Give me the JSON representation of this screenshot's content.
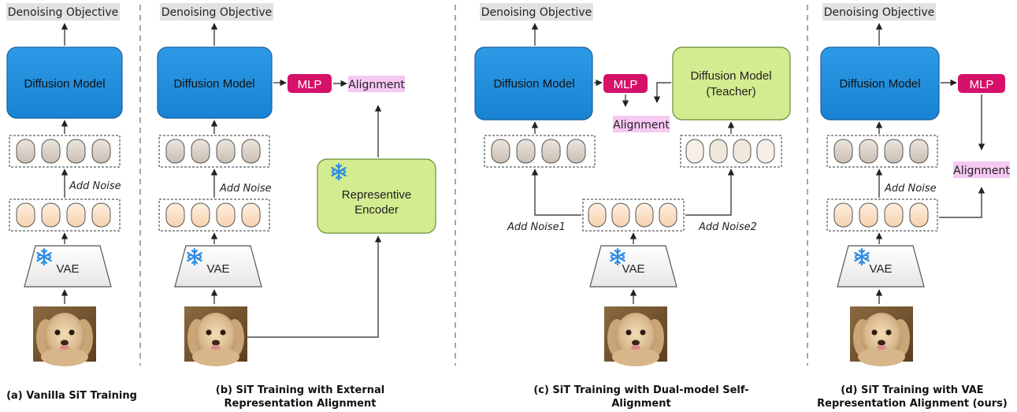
{
  "panel_a": {
    "objective": "Denoising Objective",
    "model": "Diffusion Model",
    "add_noise": "Add Noise",
    "vae": "VAE",
    "caption": "(a) Vanilla SiT Training"
  },
  "panel_b": {
    "objective": "Denoising Objective",
    "model": "Diffusion Model",
    "mlp": "MLP",
    "alignment": "Alignment",
    "add_noise": "Add Noise",
    "vae": "VAE",
    "encoder_line1": "Represent​ive",
    "encoder_line2": "Encoder",
    "caption_line1": "(b) SiT Training with External",
    "caption_line2": "Representation Alignment"
  },
  "panel_c": {
    "objective": "Denoising Objective",
    "model": "Diffusion Model",
    "mlp": "MLP",
    "alignment": "Alignment",
    "teacher_line1": "Diffusion Model",
    "teacher_line2": "(Teacher)",
    "add_noise1": "Add Noise1",
    "add_noise2": "Add Noise2",
    "vae": "VAE",
    "caption_line1": "(c) SiT Training with  Dual-model  Self-",
    "caption_line2": "Alignment"
  },
  "panel_d": {
    "objective": "Denoising Objective",
    "model": "Diffusion Model",
    "mlp": "MLP",
    "alignment": "Alignment",
    "add_noise": "Add Noise",
    "vae": "VAE",
    "caption_line1": "(d) SiT Training with  VAE",
    "caption_line2": "Representation Alignment (ours)"
  },
  "colors": {
    "model_blue": "#1f8fe0",
    "mlp_magenta": "#d6116a",
    "encoder_green": "#d3ec8f",
    "alignment_bg": "#f6c8f2",
    "header_bg": "#e2e2e2",
    "noise_token": "#fde3c8",
    "latent_token": "#d9cfc6"
  },
  "icons": [
    "snowflake-icon",
    "dog-image"
  ]
}
